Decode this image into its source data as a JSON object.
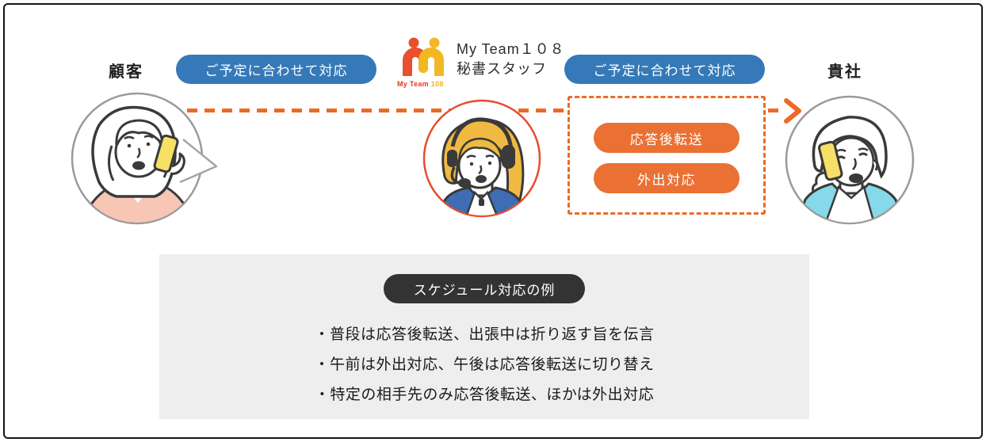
{
  "diagram": {
    "customer_label": "顧客",
    "company_label": "貴社",
    "left_response_pill": "ご予定に合わせて対応",
    "right_response_pill": "ご予定に合わせて対応",
    "service": {
      "logo_wordmark_team": "My Team",
      "logo_wordmark_108": "108",
      "name_line1": "My Team１０８",
      "name_line2": "秘書スタッフ"
    },
    "options": [
      {
        "label": "応答後転送"
      },
      {
        "label": "外出対応"
      }
    ],
    "example": {
      "title": "スケジュール対応の例",
      "bullets": [
        "・普段は応答後転送、出張中は折り返す旨を伝言",
        "・午前は外出対応、午後は応答後転送に切り替え",
        "・特定の相手先のみ応答後転送、ほかは外出対応"
      ]
    },
    "colors": {
      "pill_blue": "#3579b8",
      "accent_orange": "#ed6a26",
      "button_orange": "#ea7034",
      "dark_pill": "#333333",
      "panel_gray": "#eeeeee"
    }
  }
}
